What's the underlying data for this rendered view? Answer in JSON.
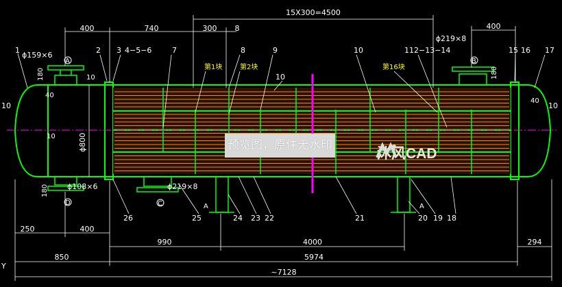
{
  "top_dims": {
    "overall_pitch": "15X300=4500",
    "left_400": "400",
    "d740": "740",
    "d300": "300",
    "d8": "8",
    "right_400": "400",
    "nozzle_b": "ϕ219×8"
  },
  "part_labels": {
    "p1": "1",
    "p2": "2",
    "p3": "3",
    "p4_6": "4−5−6",
    "p7": "7",
    "p8a": "8",
    "p9": "9",
    "p10a": "10",
    "p11_14": "112−13−14",
    "p15": "15",
    "p16": "16",
    "p17": "17",
    "p10_left": "10",
    "p10_right": "10",
    "p18": "18",
    "p19": "19",
    "p20": "20",
    "p21": "21",
    "p22": "22",
    "p23": "23",
    "p24": "24",
    "p25": "25",
    "p26": "26",
    "p10_mid": "10"
  },
  "baffle_labels": {
    "b1": "第1块",
    "b2": "第2块",
    "b16": "第16块"
  },
  "nozzles": {
    "a_label": "A",
    "a_size": "ϕ159×6",
    "b_label": "B",
    "c_label": "C",
    "c_size": "ϕ219×8",
    "d_label": "D",
    "d_size": "ϕ108×6",
    "support_a": "A"
  },
  "side_dims": {
    "d180_left": "180",
    "d40_left": "40",
    "d10_a": "10",
    "d10_b": "10",
    "d180_bottom": "180",
    "diameter": "ϕ800",
    "d180_right": "180",
    "d40_right": "40"
  },
  "bottom_dims": {
    "d250": "250",
    "d400": "400",
    "d990": "990",
    "d4000": "4000",
    "d294": "294",
    "d850": "850",
    "d5974": "5974",
    "overall": "~7128"
  },
  "corner_mark": "Y",
  "watermark": {
    "notice": "预览图，原件无水印",
    "brand": "沐风CAD"
  },
  "colors": {
    "background": "#000000",
    "shell": "#00ff00",
    "tubes": "#ff8800",
    "dimensions": "#ffffff",
    "centerline": "#ff00ff",
    "nozzle": "#00ffff"
  }
}
